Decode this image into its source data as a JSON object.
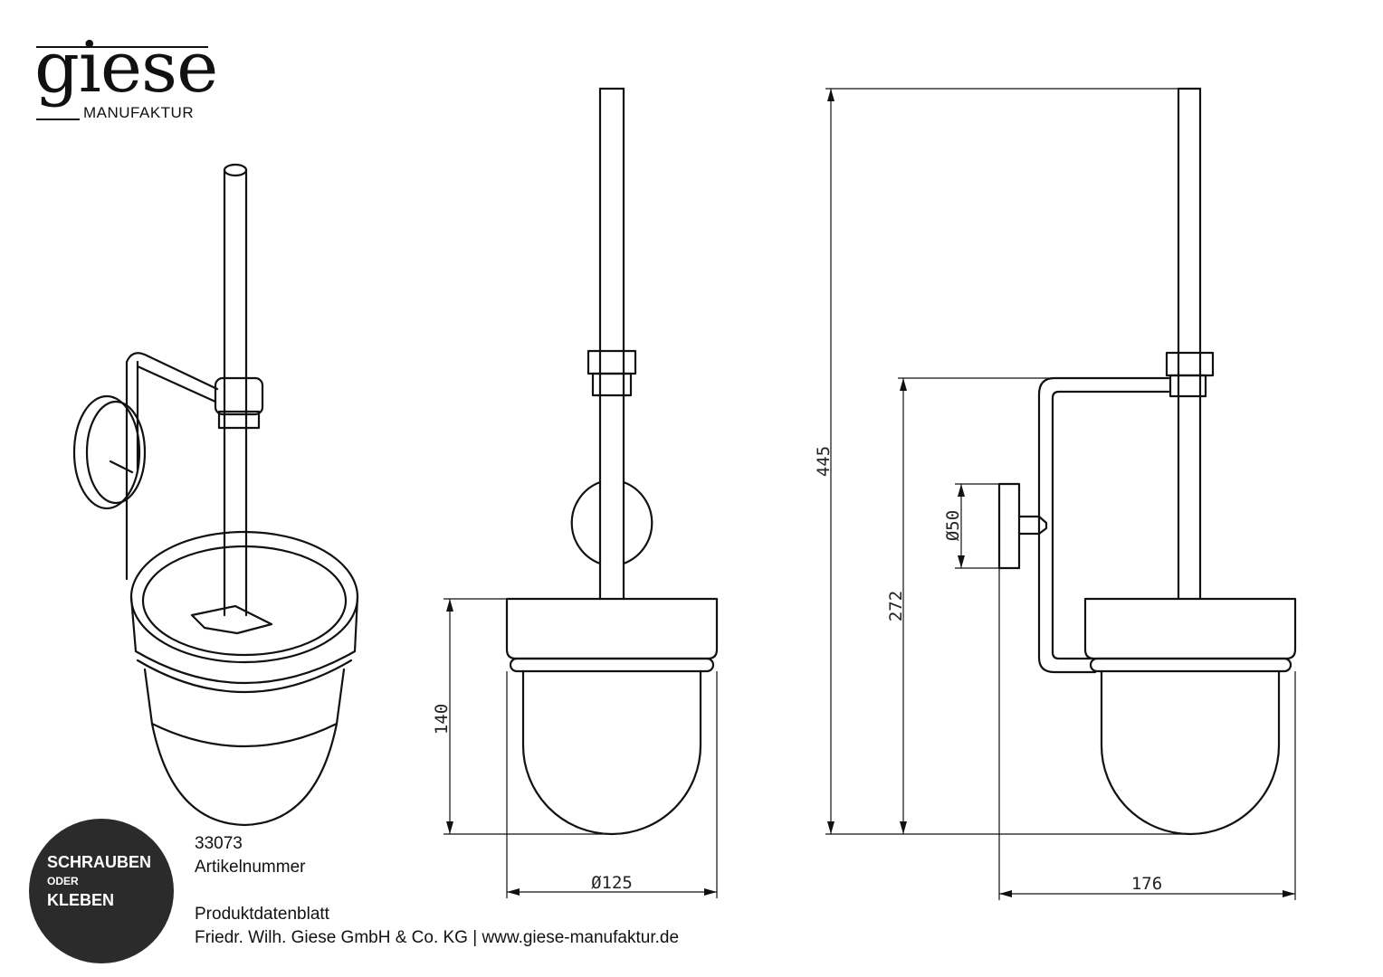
{
  "logo": {
    "name": "giese",
    "subtitle": "MANUFAKTUR"
  },
  "badge": {
    "line1": "SCHRAUBEN",
    "line2": "ODER",
    "line3": "KLEBEN"
  },
  "product": {
    "article_number": "33073",
    "article_label": "Artikelnummer",
    "sheet_title": "Produktdatenblatt",
    "footer": "Friedr. Wilh. Giese GmbH & Co. KG | www.giese-manufaktur.de"
  },
  "dimensions": {
    "cup_height": "140",
    "cup_diameter": "Ø125",
    "total_height": "445",
    "bracket_height": "272",
    "wall_plate_diameter": "Ø50",
    "depth": "176"
  }
}
